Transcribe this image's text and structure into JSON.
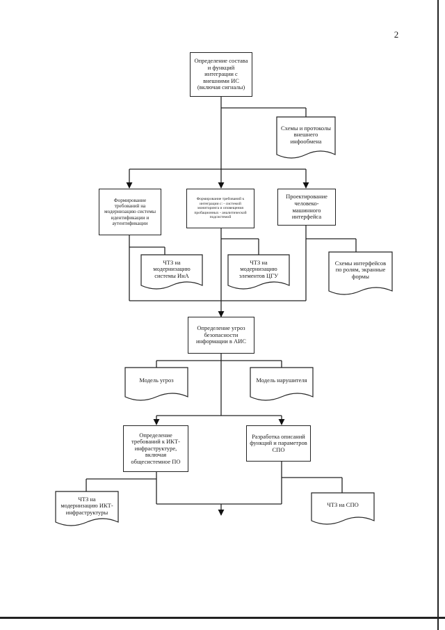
{
  "page_number": "2",
  "nodes": {
    "n_define_integration": "Определение состава и функций интеграции с внешними ИС (включая сигналы)",
    "n_schemes_protocols": "Схемы и протоколы внешнего инфообмена",
    "n_req_ina": "Формирование требований на модернизацию системы идентификации и аутентификации",
    "n_req_integration": "Формирование требований к интеграции с: - системой мониторинга и оповещения пробационных - аналитической подсистемой",
    "n_hmi_design": "Проектирование человеко-машинного интерфейса",
    "n_chtz_ina": "ЧТЗ на модернизацию системы ИнА",
    "n_chtz_cgu": "ЧТЗ на модернизацию элементов ЦГУ",
    "n_interface_schemes": "Схемы интерфейсов по ролям, экранные формы",
    "n_threats": "Определение угроз безопасности информации в АИС",
    "n_threat_model": "Модель угроз",
    "n_intruder_model": "Модель нарушителя",
    "n_ict_req": "Определение требований к ИКТ-инфраструктуре, включая общесистемное ПО",
    "n_spo_desc": "Разработка описаний функций и параметров СПО",
    "n_chtz_ict": "ЧТЗ на модернизацию ИКТ-инфраструктуры",
    "n_chtz_spo": "ЧТЗ на СПО"
  }
}
